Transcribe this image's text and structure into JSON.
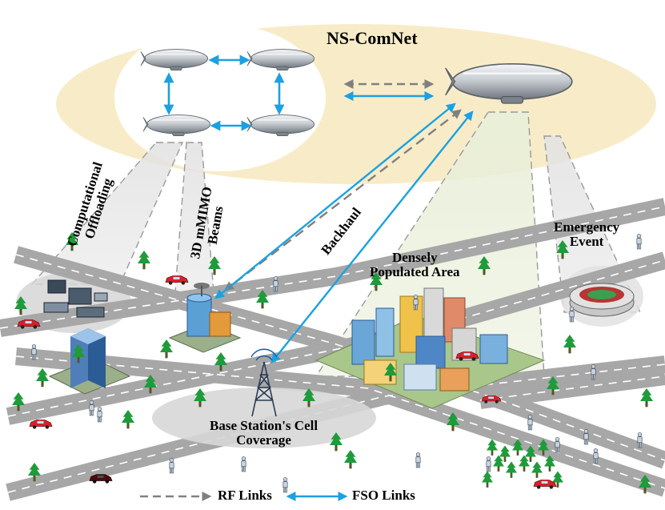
{
  "title": "NS-ComNet",
  "labels": {
    "computational_offloading": [
      "Computational",
      "Offloading"
    ],
    "mimo_beams": [
      "3D mMIMO",
      "Beams"
    ],
    "backhaul": "Backhaul",
    "densely_populated": [
      "Densely",
      "Populated Area"
    ],
    "emergency": [
      "Emergency",
      "Event"
    ],
    "base_station": [
      "Base Station's Cell",
      "Coverage"
    ]
  },
  "legend": {
    "rf": "RF Links",
    "fso": "FSO Links"
  },
  "colors": {
    "fso_link": "#1ba1e2",
    "rf_link": "#808080",
    "ellipse": "#f8ecc8",
    "road": "#a9a9a9",
    "tree": "#1e9b3a"
  }
}
